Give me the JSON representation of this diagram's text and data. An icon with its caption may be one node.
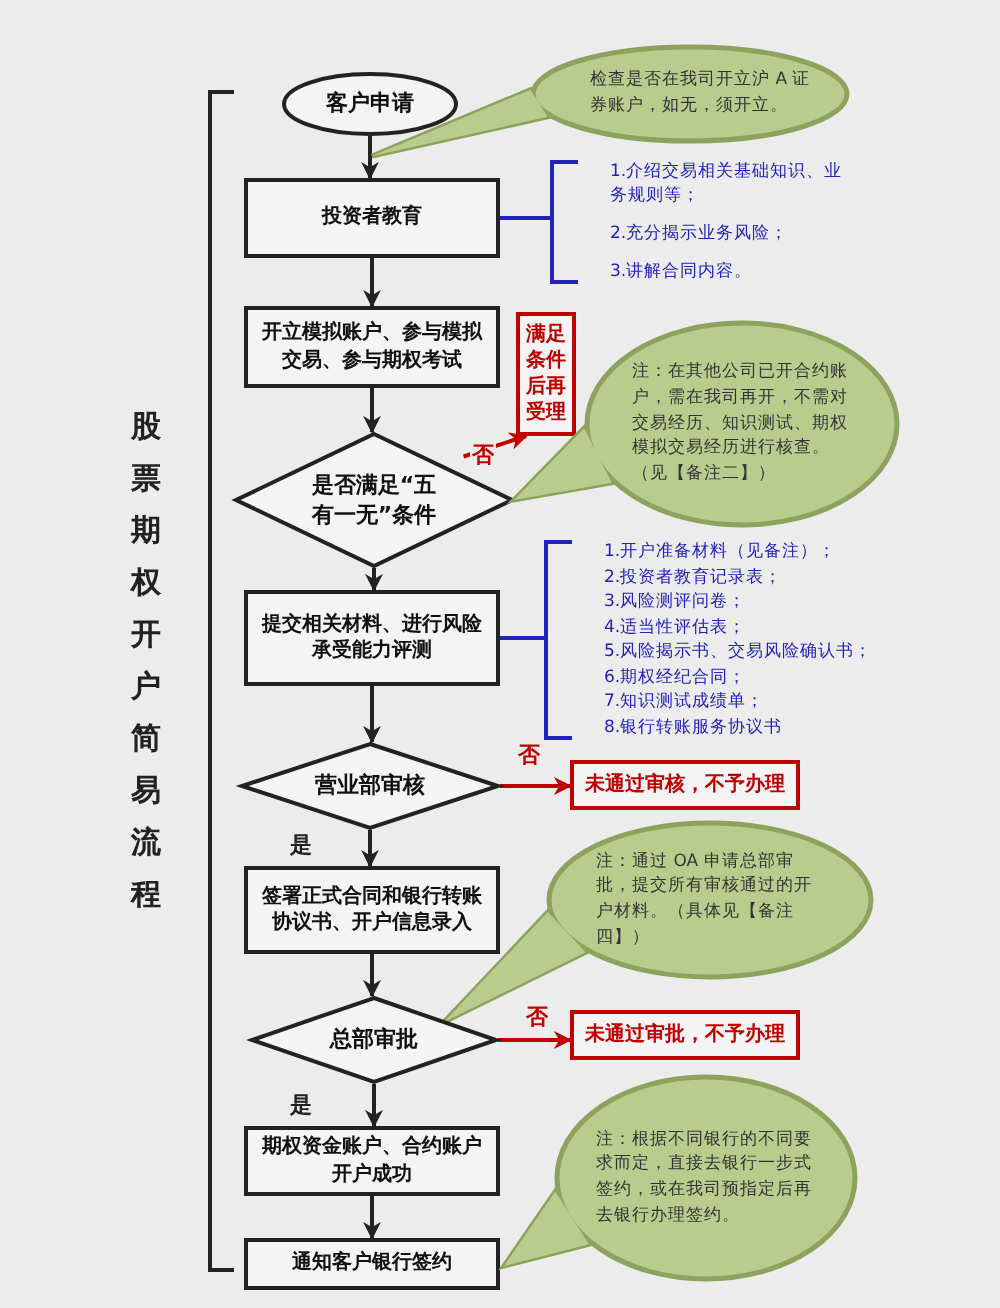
{
  "diagram": {
    "nodes": [
      {
        "text": [
          "客户申请"
        ]
      },
      {
        "text": [
          "检查是否在我司开立沪 A 证券账户，如无，须开立。"
        ]
      },
      {
        "text": [
          "投资者教育"
        ]
      },
      {
        "text": [
          "1.介绍交易相关基础知识、业务规则等；",
          "2.充分揭示业务风险；",
          "3.讲解合同内容。"
        ]
      },
      {
        "text": [
          "开立模拟账户、参与模拟交易、参与期权考试"
        ]
      },
      {
        "text": [
          "满足条件后再受理"
        ]
      },
      {
        "text": [
          "是否满足“五有一无”条件"
        ]
      },
      {
        "text": [
          "注：在其他公司已开合约账户，需在我司再开，不需对交易经历、知识测试、期权模拟交易经历进行核查。（见【备注二】）"
        ]
      },
      {
        "text": [
          "提交相关材料、进行风险承受能力评测"
        ]
      },
      {
        "text": [
          "1.开户准备材料（见备注）；",
          "2.投资者教育记录表；",
          "3.风险测评问卷；",
          "4.适当性评估表；",
          "5.风险揭示书、交易风险确认书；",
          "6.期权经纪合同；",
          "7.知识测试成绩单；",
          "8.银行转账服务协议书"
        ]
      },
      {
        "text": [
          "营业部审核"
        ]
      },
      {
        "text": [
          "未通过审核，不予办理"
        ]
      },
      {
        "text": [
          "签署正式合同和银行转账协议书、开户信息录入"
        ]
      },
      {
        "text": [
          "注：通过 OA 申请总部审批，提交所有审核通过的开户材料。（具体见【备注四】）"
        ]
      },
      {
        "text": [
          "总部审批"
        ]
      },
      {
        "text": [
          "未通过审批，不予办理"
        ]
      },
      {
        "text": [
          "期权资金账户、合约账户开户成功"
        ]
      },
      {
        "text": [
          "通知客户银行签约"
        ]
      },
      {
        "text": [
          "注：根据不同银行的不同要求而定，直接去银行一步式签约，或在我司预指定后再去银行办理签约。"
        ]
      }
    ],
    "edges": [
      {
        "from": 0,
        "to": 2,
        "arrow": "to"
      },
      {
        "from": 2,
        "to": 3,
        "arrow": "none",
        "color": "#2222bb"
      },
      {
        "from": 2,
        "to": 4,
        "arrow": "to"
      },
      {
        "from": 4,
        "to": 6,
        "arrow": "to"
      },
      {
        "from": 6,
        "to": 5,
        "arrow": "to",
        "label": "否",
        "color": "#c00000"
      },
      {
        "from": 6,
        "to": 8,
        "arrow": "to"
      },
      {
        "from": 8,
        "to": 9,
        "arrow": "none",
        "color": "#2222bb"
      },
      {
        "from": 8,
        "to": 10,
        "arrow": "to"
      },
      {
        "from": 10,
        "to": 11,
        "arrow": "to",
        "label": "否",
        "color": "#c00000"
      },
      {
        "from": 10,
        "to": 12,
        "arrow": "to",
        "label": "是"
      },
      {
        "from": 12,
        "to": 14,
        "arrow": "to"
      },
      {
        "from": 14,
        "to": 15,
        "arrow": "to",
        "label": "否",
        "color": "#c00000"
      },
      {
        "from": 14,
        "to": 16,
        "arrow": "to",
        "label": "是"
      },
      {
        "from": 16,
        "to": 17,
        "arrow": "to"
      }
    ],
    "labels": [
      "股票期权开户简易流程"
    ]
  }
}
